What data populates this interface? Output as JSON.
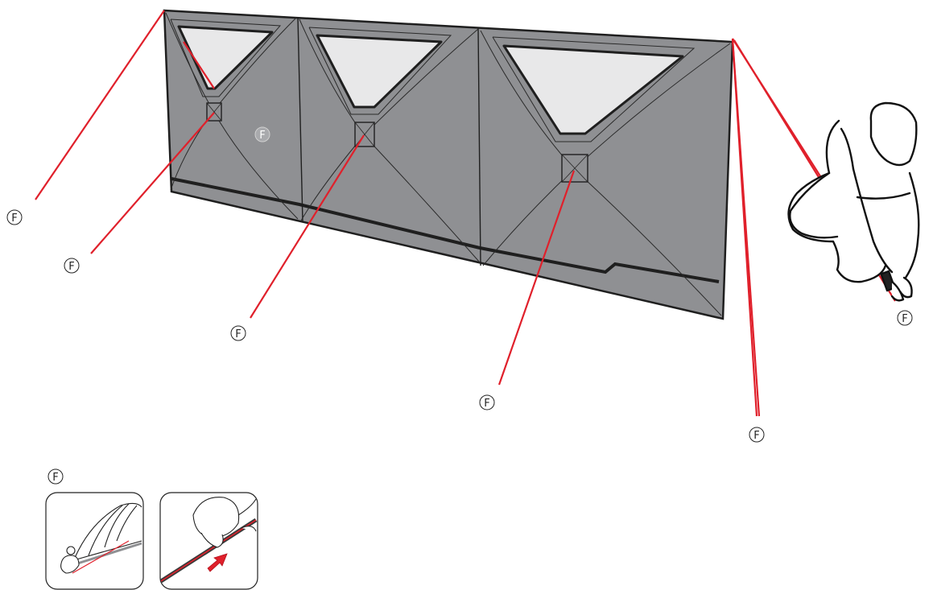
{
  "callout_letter": "F",
  "colors": {
    "panel": "#8f9093",
    "window": "#e8e8e9",
    "outline": "#1f1f1f",
    "guy_line": "#e0202b",
    "callout_ghost_fill": "#a9aaad"
  },
  "callouts": [
    "F",
    "F",
    "F",
    "F",
    "F",
    "F",
    "F"
  ],
  "panel_callout": "F",
  "legend": {
    "label": "F"
  }
}
